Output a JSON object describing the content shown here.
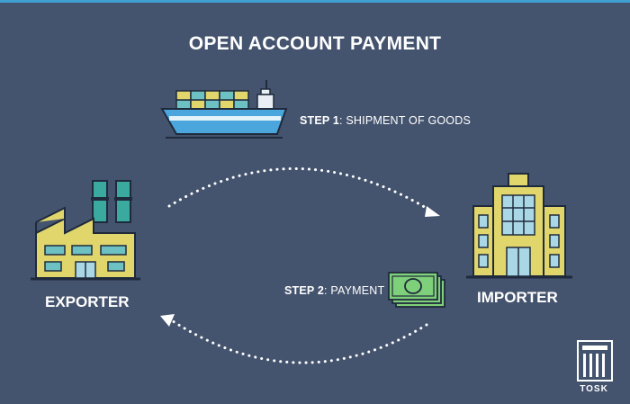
{
  "title": "OPEN ACCOUNT PAYMENT",
  "exporter": {
    "label": "EXPORTER",
    "icon": "factory-icon"
  },
  "importer": {
    "label": "IMPORTER",
    "icon": "office-building-icon"
  },
  "step1": {
    "label": "STEP 1",
    "text": ": SHIPMENT OF GOODS",
    "icon": "cargo-ship-icon"
  },
  "step2": {
    "label": "STEP 2",
    "text": ": PAYMENT",
    "icon": "cash-bills-icon"
  },
  "logo": {
    "text": "TOSK",
    "icon": "tosk-logo-icon"
  },
  "colors": {
    "background": "#45546e",
    "building": "#e0d66b",
    "accent_teal": "#3aa9a0",
    "ship_hull": "#4aa6dc",
    "money": "#7fd07a",
    "outline": "#1f2a3c"
  }
}
